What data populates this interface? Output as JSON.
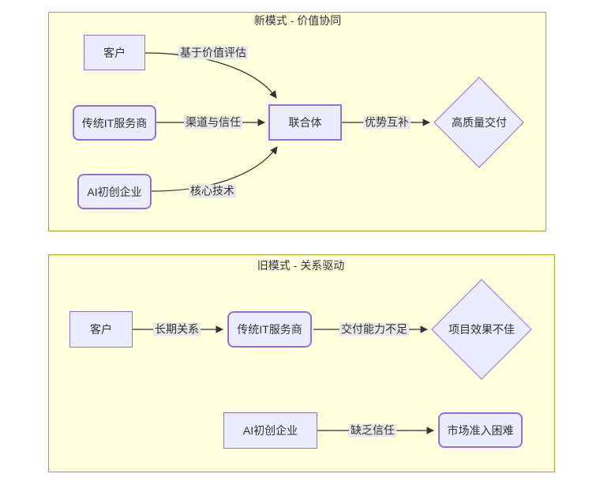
{
  "diagram": {
    "type": "flowchart",
    "colors": {
      "node_fill": "#ECECFF",
      "node_border": "#9370DB",
      "cluster_fill": "#ffffde",
      "cluster_border": "#aaaa33",
      "edge_label_bg": "#e8e8e8",
      "line": "#333333"
    },
    "clusters": [
      {
        "title": "新模式 - 价值协同",
        "nodes": [
          {
            "id": "customer",
            "label": "客户",
            "shape": "rect"
          },
          {
            "id": "traditional-it",
            "label": "传统IT服务商",
            "shape": "rounded"
          },
          {
            "id": "ai-startup",
            "label": "AI初创企业",
            "shape": "rounded"
          },
          {
            "id": "consortium",
            "label": "联合体",
            "shape": "rect"
          },
          {
            "id": "high-quality-delivery",
            "label": "高质量交付",
            "shape": "diamond"
          }
        ],
        "edges": [
          {
            "from": "customer",
            "to": "consortium",
            "label": "基于价值评估"
          },
          {
            "from": "traditional-it",
            "to": "consortium",
            "label": "渠道与信任"
          },
          {
            "from": "ai-startup",
            "to": "consortium",
            "label": "核心技术"
          },
          {
            "from": "consortium",
            "to": "high-quality-delivery",
            "label": "优势互补"
          }
        ]
      },
      {
        "title": "旧模式 - 关系驱动",
        "nodes": [
          {
            "id": "customer",
            "label": "客户",
            "shape": "rect"
          },
          {
            "id": "traditional-it",
            "label": "传统IT服务商",
            "shape": "rounded"
          },
          {
            "id": "poor-project-results",
            "label": "项目效果不佳",
            "shape": "diamond"
          },
          {
            "id": "ai-startup",
            "label": "AI初创企业",
            "shape": "rect"
          },
          {
            "id": "market-access-difficulty",
            "label": "市场准入困难",
            "shape": "rounded"
          }
        ],
        "edges": [
          {
            "from": "customer",
            "to": "traditional-it",
            "label": "长期关系"
          },
          {
            "from": "traditional-it",
            "to": "poor-project-results",
            "label": "交付能力不足"
          },
          {
            "from": "ai-startup",
            "to": "market-access-difficulty",
            "label": "缺乏信任"
          }
        ]
      }
    ]
  }
}
